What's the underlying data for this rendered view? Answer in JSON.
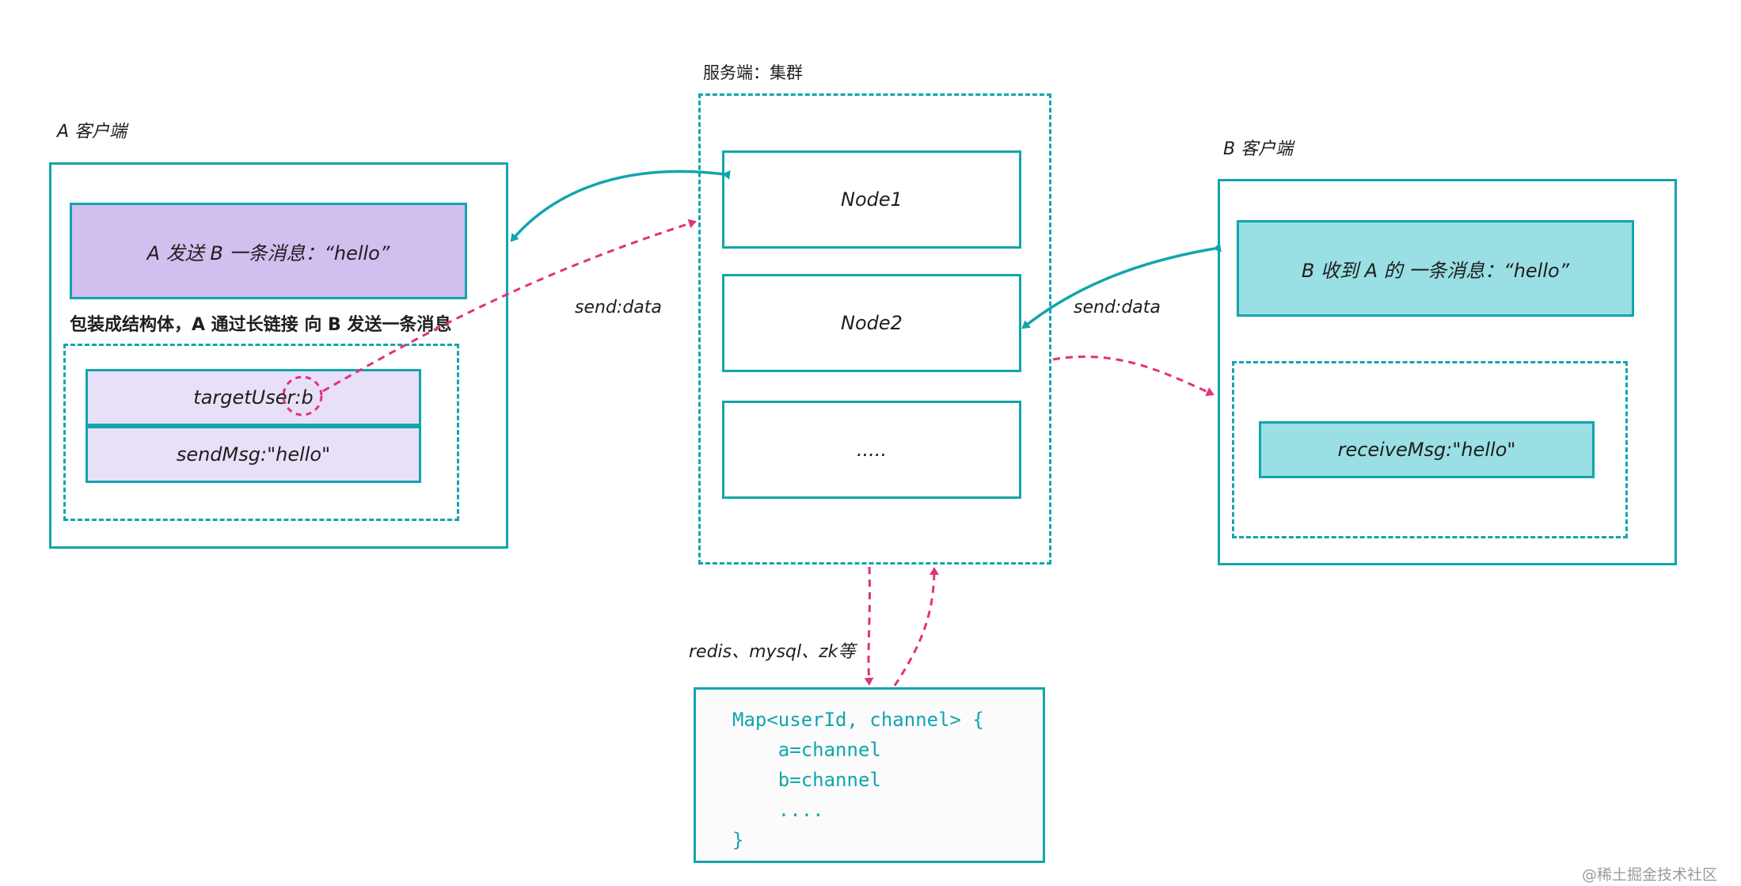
{
  "client_a": {
    "title": "A 客户端",
    "message": "A 发送 B 一条消息：“hello”",
    "package_caption": "包装成结构体，A 通过长链接 向 B 发送一条消息",
    "field_target_prefix": "targetUse",
    "field_target_highlight": "r:b",
    "field_send": "sendMsg:\"hello\""
  },
  "server": {
    "title": "服务端：集群",
    "nodes": [
      "Node1",
      "Node2",
      "....."
    ]
  },
  "client_b": {
    "title": "B 客户端",
    "message": "B 收到 A 的 一条消息：“hello”",
    "field_receive": "receiveMsg:\"hello\""
  },
  "edges": {
    "a_to_server": "send:data",
    "server_to_b": "send:data",
    "storage_label": "redis、mysql、zk等"
  },
  "store": {
    "lines": [
      "Map<userId, channel> {",
      "    a=channel",
      "    b=channel",
      "    ....",
      "}"
    ]
  },
  "watermark": "@稀土掘金技术社区",
  "colors": {
    "teal": "#12a5ad",
    "purple_fill": "#d0bfef",
    "light_purple_fill": "#e8e0f8",
    "cyan_fill": "#99dfe3",
    "pink": "#e0327d"
  }
}
